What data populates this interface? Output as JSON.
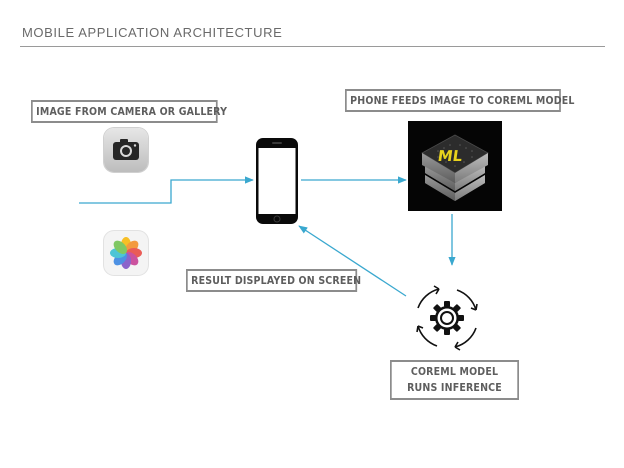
{
  "header": {
    "title": "MOBILE APPLICATION ARCHITECTURE"
  },
  "labels": {
    "image_source": "IMAGE FROM CAMERA OR GALLERY",
    "phone_feeds": "PHONE FEEDS IMAGE TO COREML MODEL",
    "result_displayed": "RESULT DISPLAYED ON SCREEN",
    "coreml_runs": "COREML MODEL RUNS INFERENCE",
    "coreml_logo_text": "ML"
  },
  "icons": {
    "camera": "camera-app-icon",
    "photos": "photos-app-icon",
    "phone": "smartphone-icon",
    "coreml": "coreml-logo-icon",
    "inference": "gear-cycle-icon"
  },
  "colors": {
    "arrow": "#3aa8cf",
    "label_border": "#8c8c8c",
    "label_text": "#5e5e5e",
    "title_text": "#6a6a6a",
    "coreml_accent": "#e8d21d"
  }
}
